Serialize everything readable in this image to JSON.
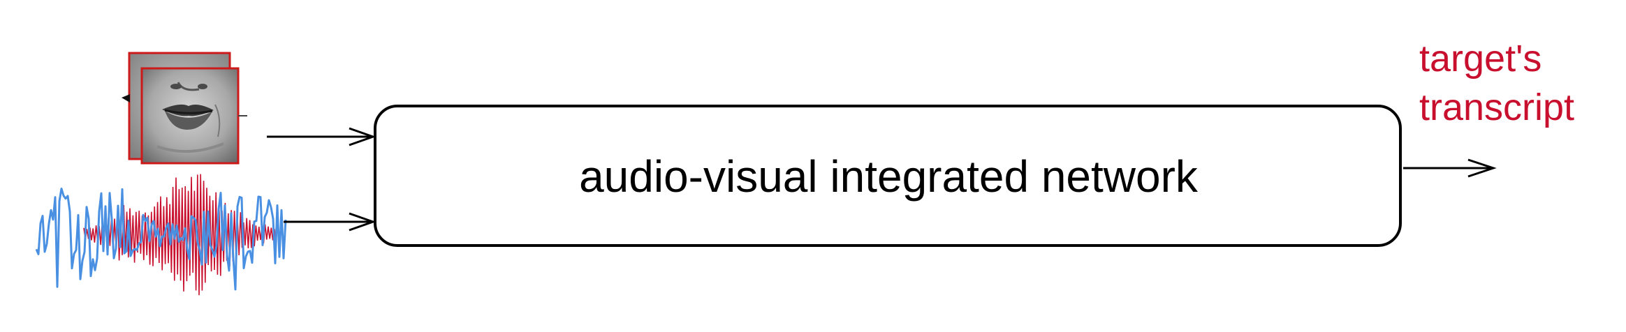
{
  "network": {
    "label": "audio-visual integrated network"
  },
  "output": {
    "line1": "target's",
    "line2": "transcript"
  },
  "inputs": {
    "visual_icon": "lip-video-frames-icon",
    "audio_icon": "mixed-audio-waveform-icon"
  },
  "colors": {
    "accent_red": "#c8102e",
    "audio_blue": "#4a90e2",
    "frame_red": "#cc1a1a",
    "stroke": "#000000"
  }
}
